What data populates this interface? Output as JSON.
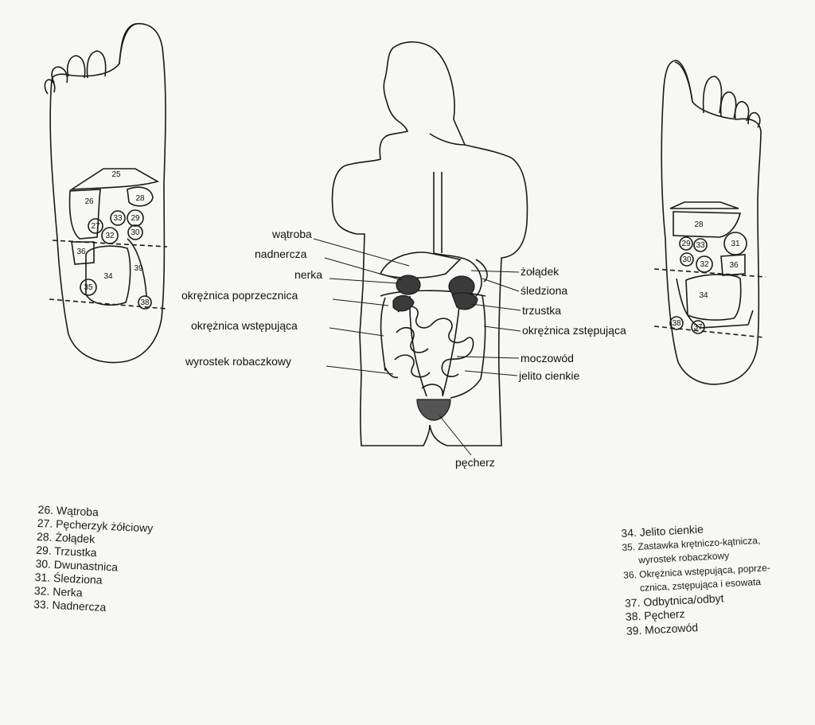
{
  "body_labels": {
    "watroba": "wątroba",
    "nadnercza": "nadnercza",
    "nerka": "nerka",
    "okreznica_poprzeczna": "okrężnica poprzecznica",
    "okreznica_wstepujaca": "okrężnica wstępująca",
    "wyrostek": "wyrostek robaczkowy",
    "zoladek": "żołądek",
    "sledziona": "śledziona",
    "trzustka": "trzustka",
    "okreznica_zstepujaca": "okrężnica zstępująca",
    "moczowod": "moczowód",
    "jelito_cienkie": "jelito cienkie",
    "pecherz": "pęcherz"
  },
  "left_foot_zones": [
    "25",
    "26",
    "27",
    "28",
    "29",
    "30",
    "32",
    "33",
    "34",
    "35",
    "36",
    "38",
    "39"
  ],
  "right_foot_zones": [
    "28",
    "29",
    "30",
    "31",
    "32",
    "33",
    "34",
    "36",
    "37",
    "38"
  ],
  "legend_left": [
    "26. Wątroba",
    "27. Pęcherzyk żółciowy",
    "28. Żołądek",
    "29. Trzustka",
    "30. Dwunastnica",
    "31. Śledziona",
    "32. Nerka",
    "33. Nadnercza"
  ],
  "legend_right": [
    "34. Jelito cienkie",
    "35. Zastawka krętniczo-kątnicza,",
    "wyrostek robaczkowy",
    "36. Okrężnica wstępująca, poprze-",
    "cznica, zstępująca i esowata",
    "37. Odbytnica/odbyt",
    "38. Pęcherz",
    "39. Moczowód"
  ],
  "colors": {
    "line": "#1a1a1a",
    "organ_dark": "#3a3a3a",
    "bladder": "#555555",
    "paper": "#f7f7f5"
  }
}
